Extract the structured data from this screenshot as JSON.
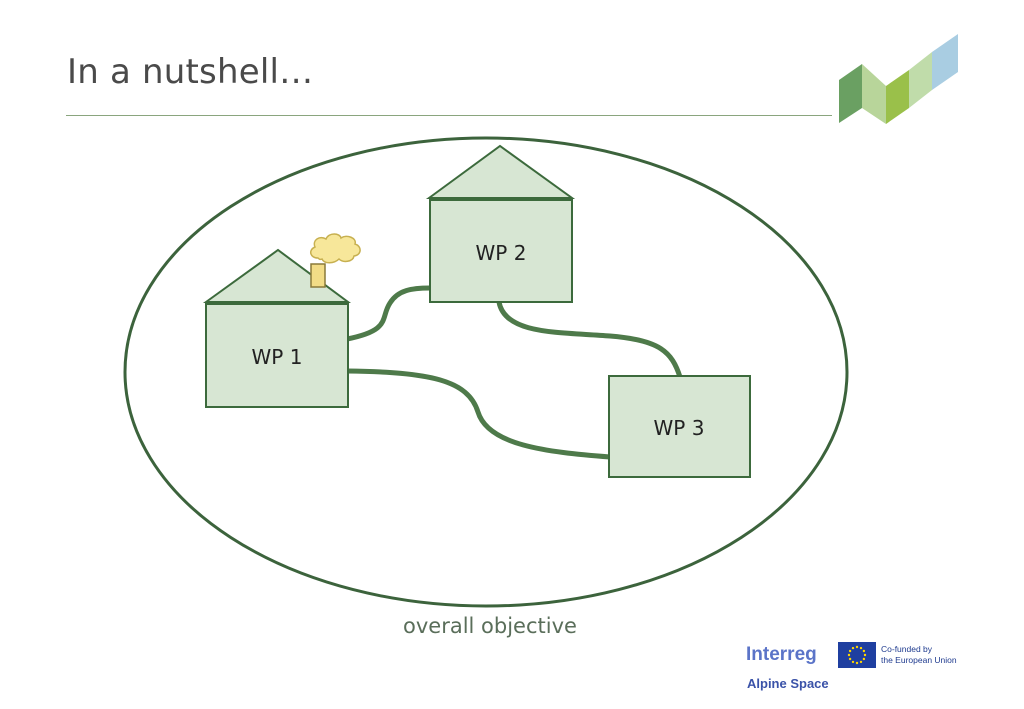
{
  "slide": {
    "title": "In a nutshell…",
    "caption": "overall objective"
  },
  "diagram": {
    "boxes": [
      {
        "id": "wp1",
        "label": "WP 1"
      },
      {
        "id": "wp2",
        "label": "WP 2"
      },
      {
        "id": "wp3",
        "label": "WP 3"
      }
    ]
  },
  "footer": {
    "brand": "Interreg",
    "program": "Alpine Space",
    "eu_line1": "Co-funded by",
    "eu_line2": "the European Union"
  },
  "colors": {
    "box_fill": "#d7e6d3",
    "box_stroke": "#3c6a3c",
    "connector": "#4e7a4a",
    "smoke": "#f7e79a",
    "chimney": "#f2dc86",
    "logo_dark_green": "#6aa062",
    "logo_light_green": "#b8d59a",
    "logo_mid_green": "#9ac04a",
    "logo_light_blue": "#a9cde2",
    "eu_blue": "#1f3fa0",
    "eu_star": "#ffd500"
  }
}
